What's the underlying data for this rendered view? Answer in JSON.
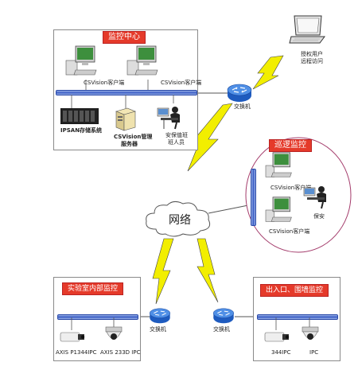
{
  "monitoring_center": {
    "title": "监控中心",
    "client1_label": "CSVision客户端",
    "client2_label": "CSVision客户端",
    "storage_label": "IPSAN存储系统",
    "server_label_1": "CSVision管理",
    "server_label_2": "服务器",
    "staff_label_1": "安保值班",
    "staff_label_2": "班人员"
  },
  "remote": {
    "label_1": "授权用户",
    "label_2": "远程访问"
  },
  "switch_top_label": "交换机",
  "patrol": {
    "title": "巡逻监控",
    "client1_label": "CSVision客户端",
    "client2_label": "CSVision客户端",
    "guard_label": "保安"
  },
  "network_label": "网络",
  "lab": {
    "title": "实验室内部监控",
    "camera1_label": "AXIS P1344IPC",
    "camera2_label": "AXIS 233D IPC",
    "switch_label": "交换机"
  },
  "entrance": {
    "title": "出入口、围墙监控",
    "camera1_label": "344IPC",
    "camera2_label": "IPC",
    "switch_label": "交换机"
  },
  "colors": {
    "label_red": "#e53a2a",
    "bolt_yellow": "#f2ee00",
    "switch_blue": "#2d6fd1",
    "bus_blue": "#3a5cc4"
  }
}
